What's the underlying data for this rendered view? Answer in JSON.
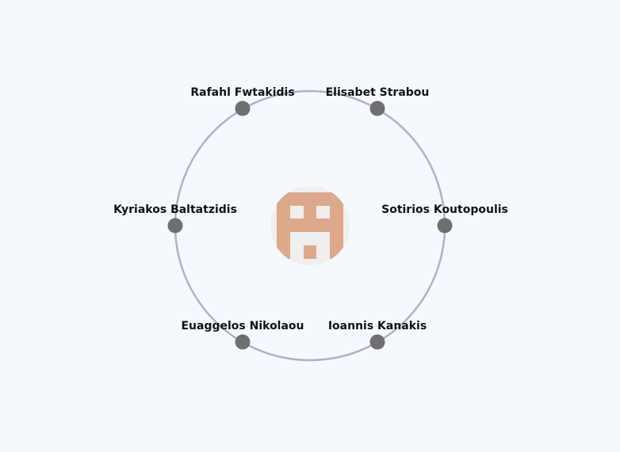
{
  "colors": {
    "background": "#f5f9fd",
    "orbit": "#a7b6c6",
    "node": "#6f6f6f",
    "avatar_background": "#efefef",
    "avatar_pattern": "#dda98a"
  },
  "center": {
    "icon": "identicon-avatar-icon"
  },
  "members": [
    {
      "name": "Rafahl Fwtakidis"
    },
    {
      "name": "Elisabet Strabou"
    },
    {
      "name": "Kyriakos Baltatzidis"
    },
    {
      "name": "Sotirios Koutopoulis"
    },
    {
      "name": "Euaggelos Nikolaou"
    },
    {
      "name": "Ioannis Kanakis"
    }
  ]
}
